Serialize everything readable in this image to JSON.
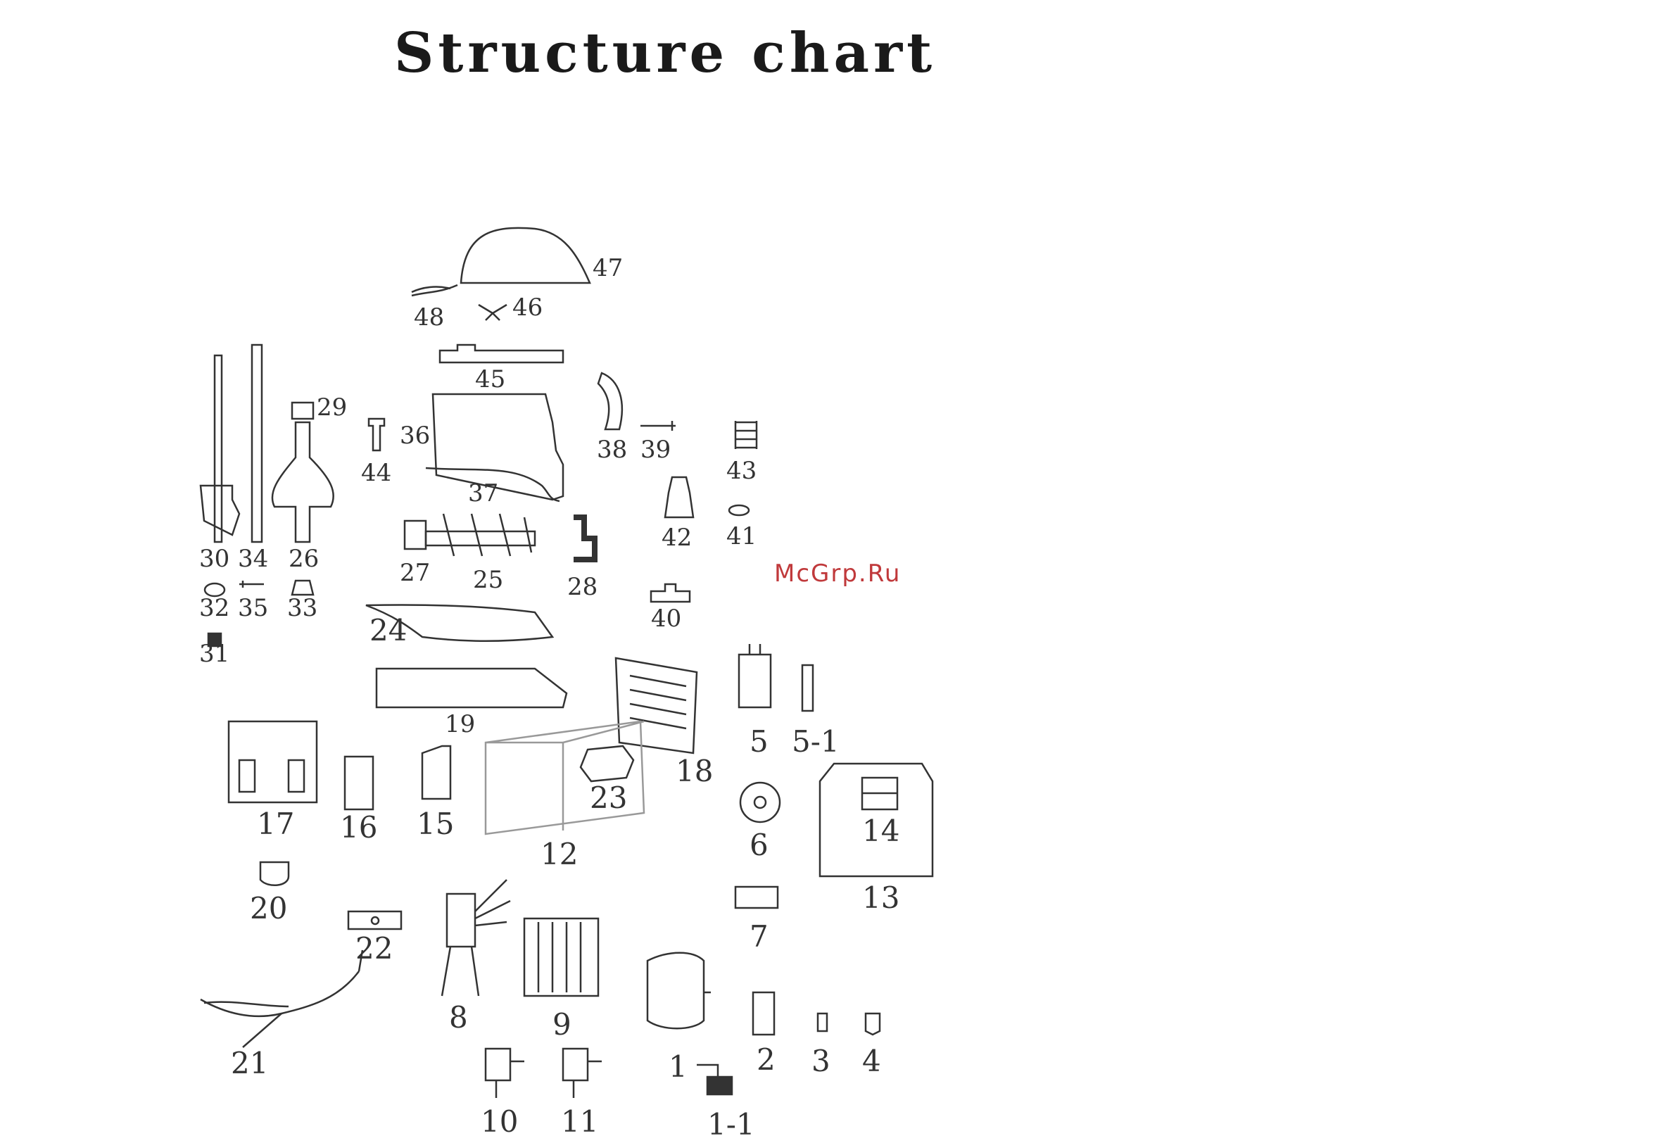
{
  "header": {
    "title": "Structure chart"
  },
  "watermark": "McGrp.Ru",
  "parts": {
    "p47": "47",
    "p48": "48",
    "p46": "46",
    "p45": "45",
    "p29": "29",
    "p36": "36",
    "p44": "44",
    "p37": "37",
    "p38": "38",
    "p39": "39",
    "p43": "43",
    "p42": "42",
    "p41": "41",
    "p30": "30",
    "p34": "34",
    "p26": "26",
    "p27": "27",
    "p25": "25",
    "p28": "28",
    "p40": "40",
    "p32": "32",
    "p35": "35",
    "p33": "33",
    "p31": "31",
    "p24": "24",
    "p19": "19",
    "p18": "18",
    "p5": "5",
    "p5_1": "5-1",
    "p17": "17",
    "p16": "16",
    "p15": "15",
    "p23": "23",
    "p12": "12",
    "p6": "6",
    "p14": "14",
    "p13": "13",
    "p20": "20",
    "p22": "22",
    "p7": "7",
    "p8": "8",
    "p9": "9",
    "p21": "21",
    "p1": "1",
    "p2": "2",
    "p3": "3",
    "p4": "4",
    "p10": "10",
    "p11": "11",
    "p1_1": "1-1"
  }
}
